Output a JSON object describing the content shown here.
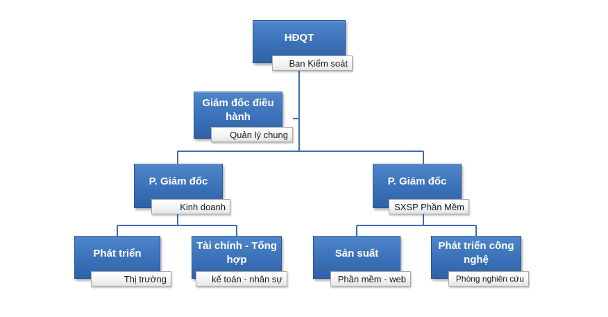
{
  "colors": {
    "box": "#3d74bb",
    "line": "#3a6db3",
    "sub_box": "#f2f2f2"
  },
  "nodes": {
    "hdqt": {
      "title": "HĐQT",
      "sub": "Ban Kiểm soát"
    },
    "ceo": {
      "title": "Giám đốc điều hành",
      "sub": "Quản lý chung"
    },
    "vp_business": {
      "title": "P. Giám đốc",
      "sub": "Kinh doanh"
    },
    "vp_software": {
      "title": "P. Giám đốc",
      "sub": "SXSP Phần Mềm"
    },
    "market_dev": {
      "title": "Phát triển",
      "sub": "Thị trường"
    },
    "finance": {
      "title": "Tài chính - Tổng hợp",
      "sub": "kế toán - nhân sự"
    },
    "production": {
      "title": "Sản suất",
      "sub": "Phần mềm - web"
    },
    "tech_dev": {
      "title": "Phát triển công nghệ",
      "sub": "Phòng nghiên cứu"
    }
  }
}
